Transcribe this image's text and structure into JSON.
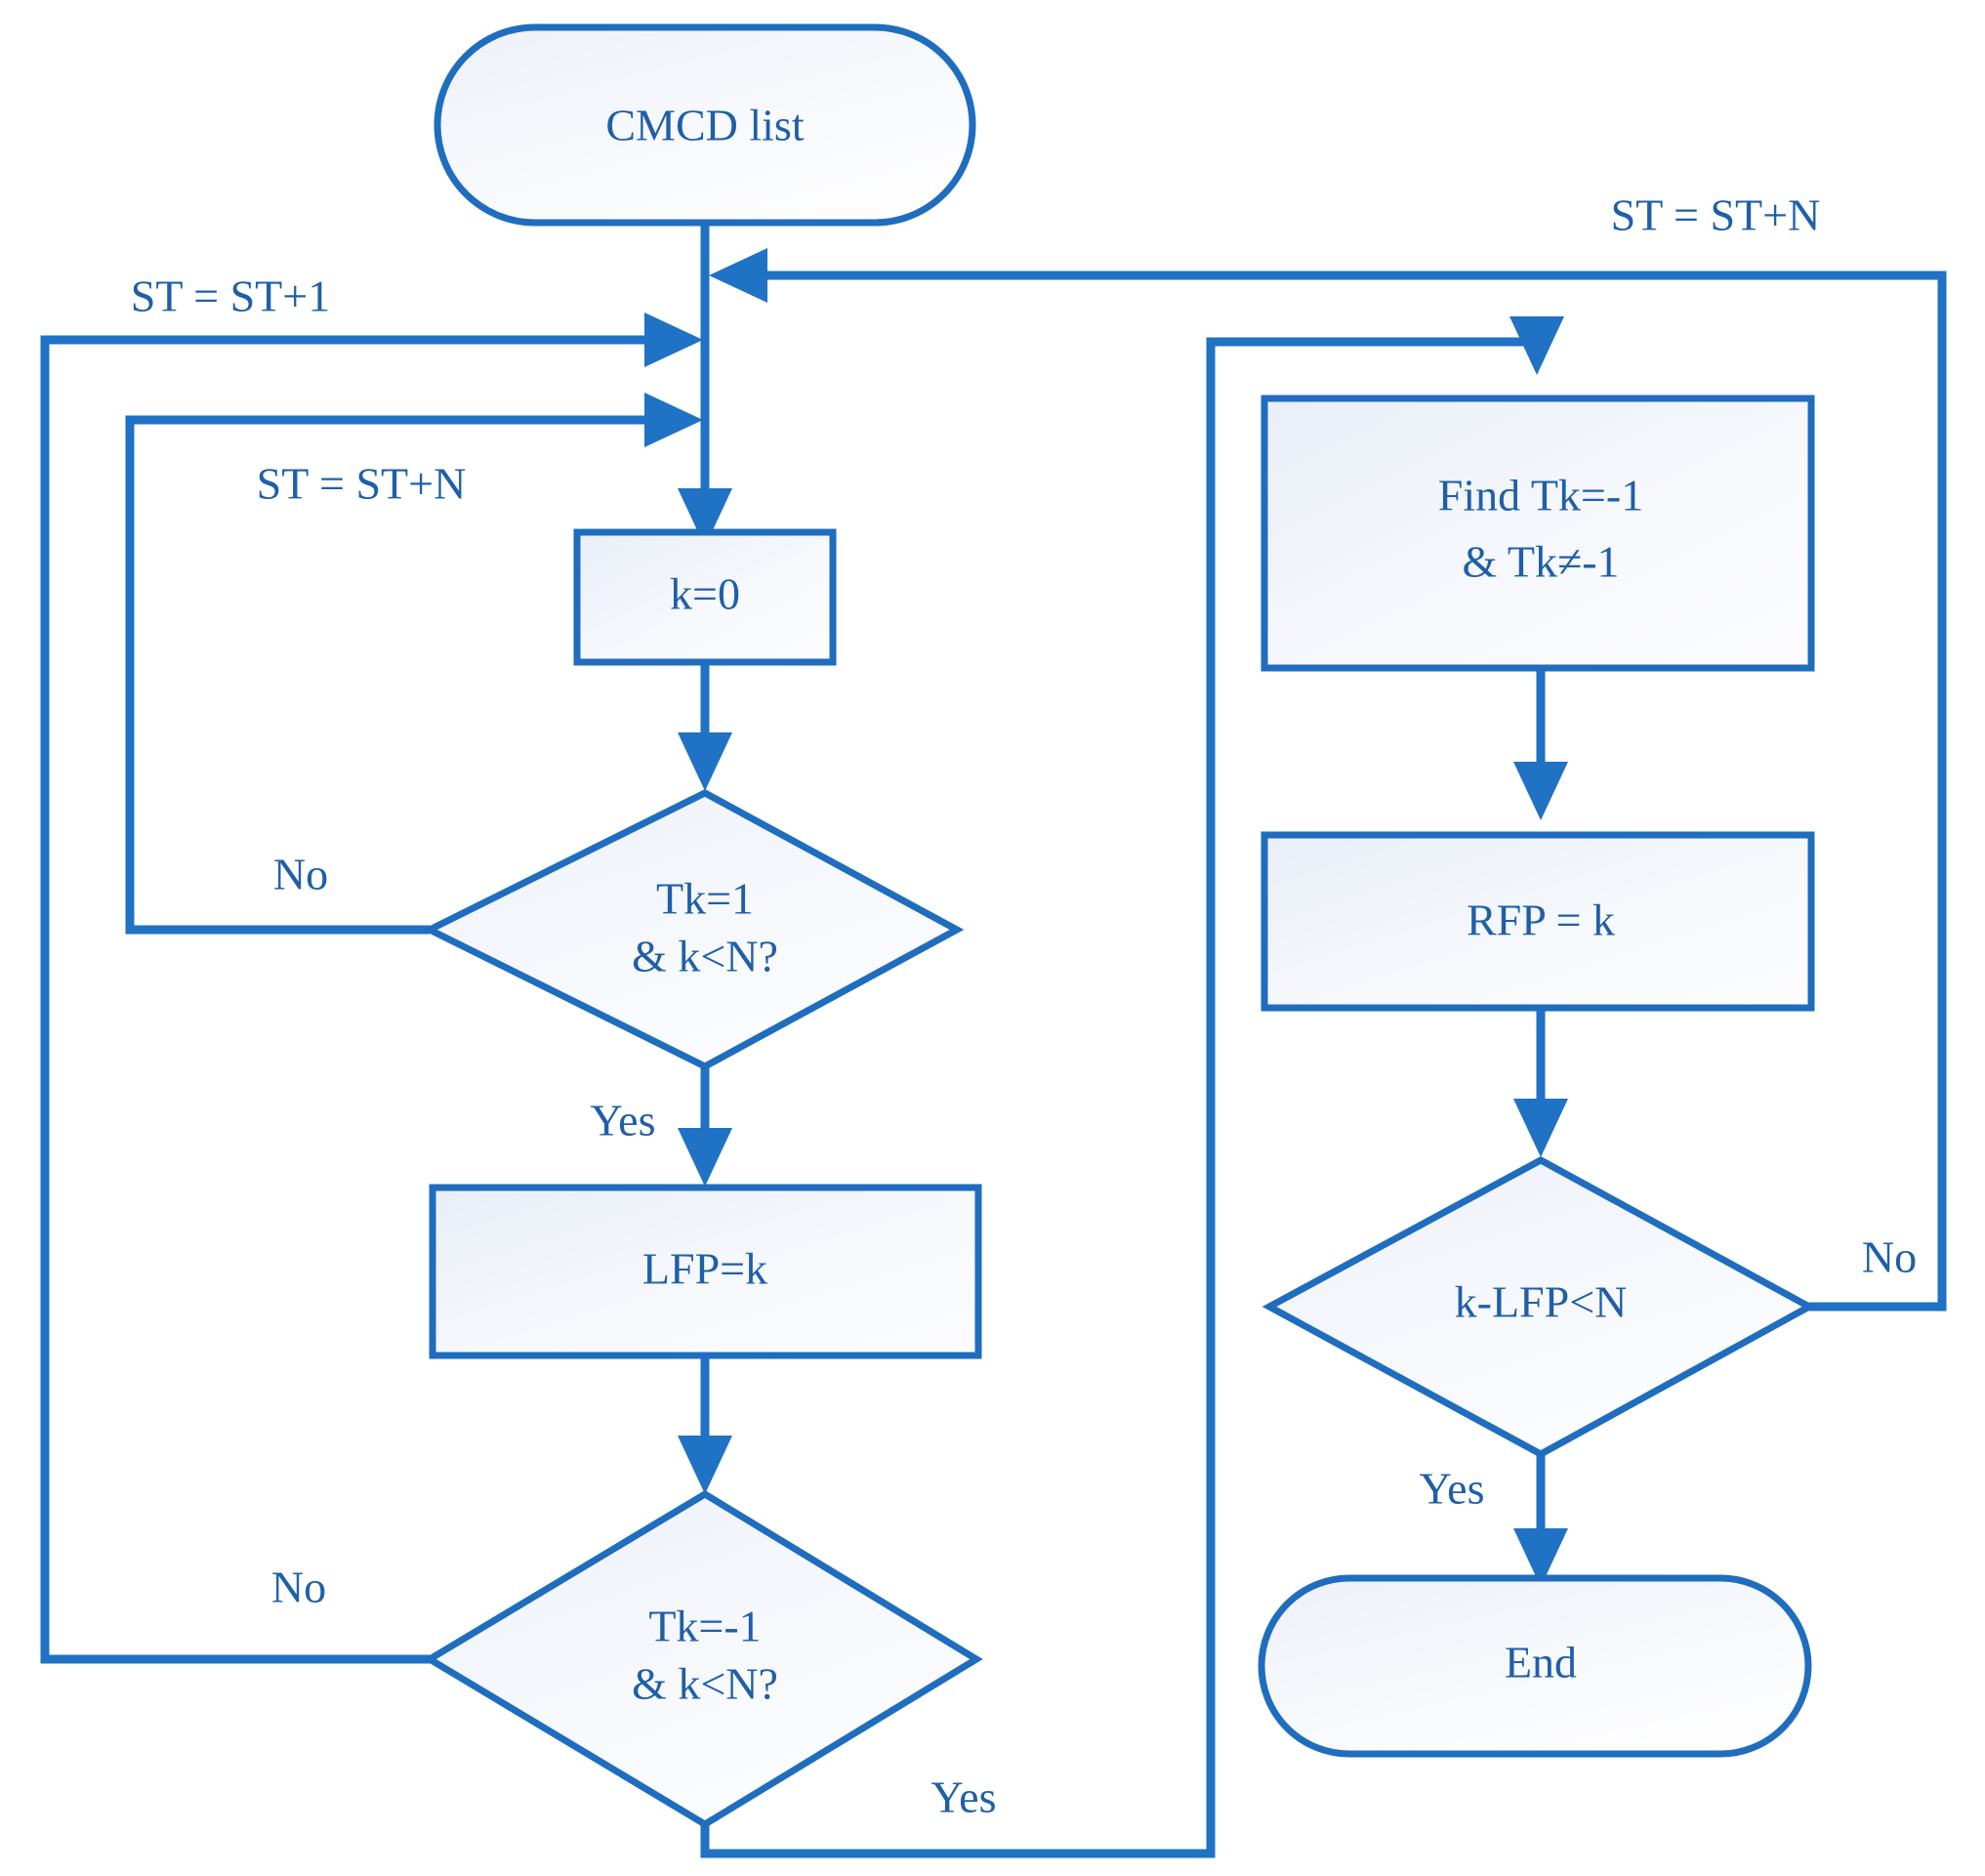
{
  "diagram": {
    "title": "CMCD list processing flowchart",
    "type": "flowchart",
    "colors": {
      "stroke": "#1F72C4",
      "text": "#1F5FA8",
      "fill_light": "#FAFBFD",
      "fill_shade": "#E8EDF6",
      "background": "#FFFFFF"
    },
    "nodes": [
      {
        "id": "start",
        "shape": "terminator",
        "label": "CMCD list"
      },
      {
        "id": "k0",
        "shape": "process",
        "label": "k=0"
      },
      {
        "id": "dec_tk1",
        "shape": "decision",
        "label_line1": "Tk=1",
        "label_line2": "& k<N?"
      },
      {
        "id": "lfp",
        "shape": "process",
        "label": "LFP=k"
      },
      {
        "id": "dec_tkm1",
        "shape": "decision",
        "label_line1": "Tk=-1",
        "label_line2": "& k<N?"
      },
      {
        "id": "find",
        "shape": "process",
        "label_line1": "Find Tk=-1",
        "label_line2": "& Tk≠-1"
      },
      {
        "id": "rfp",
        "shape": "process",
        "label": "RFP = k"
      },
      {
        "id": "dec_klfp",
        "shape": "decision",
        "label": "k-LFP<N"
      },
      {
        "id": "end",
        "shape": "terminator",
        "label": "End"
      }
    ],
    "edge_labels": {
      "st_plus_1": "ST = ST+1",
      "st_plus_n_left": "ST = ST+N",
      "st_plus_n_top": "ST = ST+N",
      "no_tk1": "No",
      "yes_tk1": "Yes",
      "no_tkm1": "No",
      "yes_tkm1": "Yes",
      "no_klfp": "No",
      "yes_klfp": "Yes"
    }
  }
}
